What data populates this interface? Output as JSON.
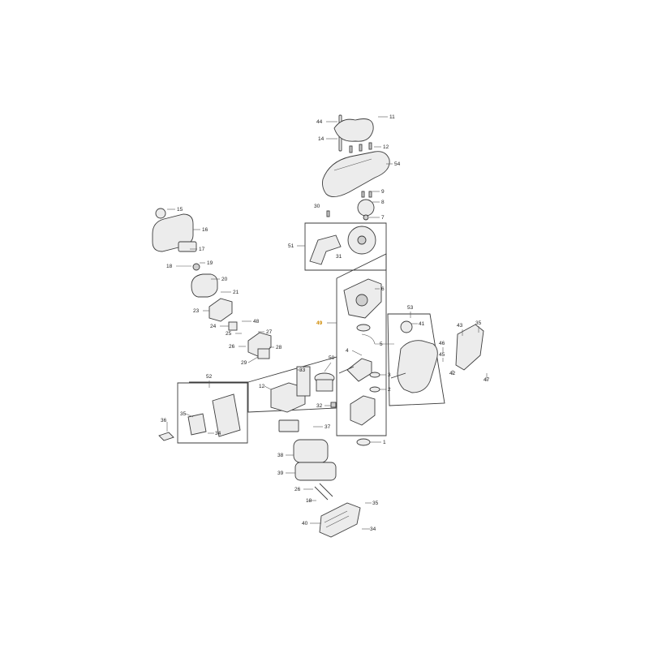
{
  "colors": {
    "line": "#3c3c3c",
    "fill": "#ececec",
    "highlight": "#d08a00",
    "label": "#222222"
  },
  "callouts": [
    {
      "id": "c44",
      "text": "44"
    },
    {
      "id": "c14",
      "text": "14"
    },
    {
      "id": "c11",
      "text": "11"
    },
    {
      "id": "c12",
      "text": "12"
    },
    {
      "id": "c54",
      "text": "54"
    },
    {
      "id": "c9",
      "text": "9"
    },
    {
      "id": "c8",
      "text": "8"
    },
    {
      "id": "c7",
      "text": "7"
    },
    {
      "id": "c30",
      "text": "30"
    },
    {
      "id": "c51",
      "text": "51"
    },
    {
      "id": "c31",
      "text": "31"
    },
    {
      "id": "c15",
      "text": "15"
    },
    {
      "id": "c16",
      "text": "16"
    },
    {
      "id": "c17",
      "text": "17"
    },
    {
      "id": "c18a",
      "text": "18"
    },
    {
      "id": "c19",
      "text": "19"
    },
    {
      "id": "c20",
      "text": "20"
    },
    {
      "id": "c21",
      "text": "21"
    },
    {
      "id": "c23",
      "text": "23"
    },
    {
      "id": "c24",
      "text": "24"
    },
    {
      "id": "c48",
      "text": "48"
    },
    {
      "id": "c25",
      "text": "25"
    },
    {
      "id": "c27",
      "text": "27"
    },
    {
      "id": "c26a",
      "text": "26"
    },
    {
      "id": "c28",
      "text": "28"
    },
    {
      "id": "c29",
      "text": "29"
    },
    {
      "id": "c49",
      "text": "49",
      "highlight": true
    },
    {
      "id": "c6",
      "text": "6"
    },
    {
      "id": "c5",
      "text": "5"
    },
    {
      "id": "c4",
      "text": "4"
    },
    {
      "id": "c3",
      "text": "3"
    },
    {
      "id": "c2",
      "text": "2"
    },
    {
      "id": "c1",
      "text": "1"
    },
    {
      "id": "c50",
      "text": "50"
    },
    {
      "id": "c33",
      "text": "33"
    },
    {
      "id": "c12b",
      "text": "12"
    },
    {
      "id": "c32",
      "text": "32"
    },
    {
      "id": "c52",
      "text": "52"
    },
    {
      "id": "c35a",
      "text": "35"
    },
    {
      "id": "c36",
      "text": "36"
    },
    {
      "id": "c34a",
      "text": "34"
    },
    {
      "id": "c53",
      "text": "53"
    },
    {
      "id": "c41",
      "text": "41"
    },
    {
      "id": "c43",
      "text": "43"
    },
    {
      "id": "c35b",
      "text": "35"
    },
    {
      "id": "c46",
      "text": "46"
    },
    {
      "id": "c45",
      "text": "45"
    },
    {
      "id": "c42",
      "text": "42"
    },
    {
      "id": "c47",
      "text": "47"
    },
    {
      "id": "c37",
      "text": "37"
    },
    {
      "id": "c38",
      "text": "38"
    },
    {
      "id": "c39",
      "text": "39"
    },
    {
      "id": "c26b",
      "text": "26"
    },
    {
      "id": "c18b",
      "text": "18"
    },
    {
      "id": "c35c",
      "text": "35"
    },
    {
      "id": "c40",
      "text": "40"
    },
    {
      "id": "c34b",
      "text": "34"
    }
  ]
}
